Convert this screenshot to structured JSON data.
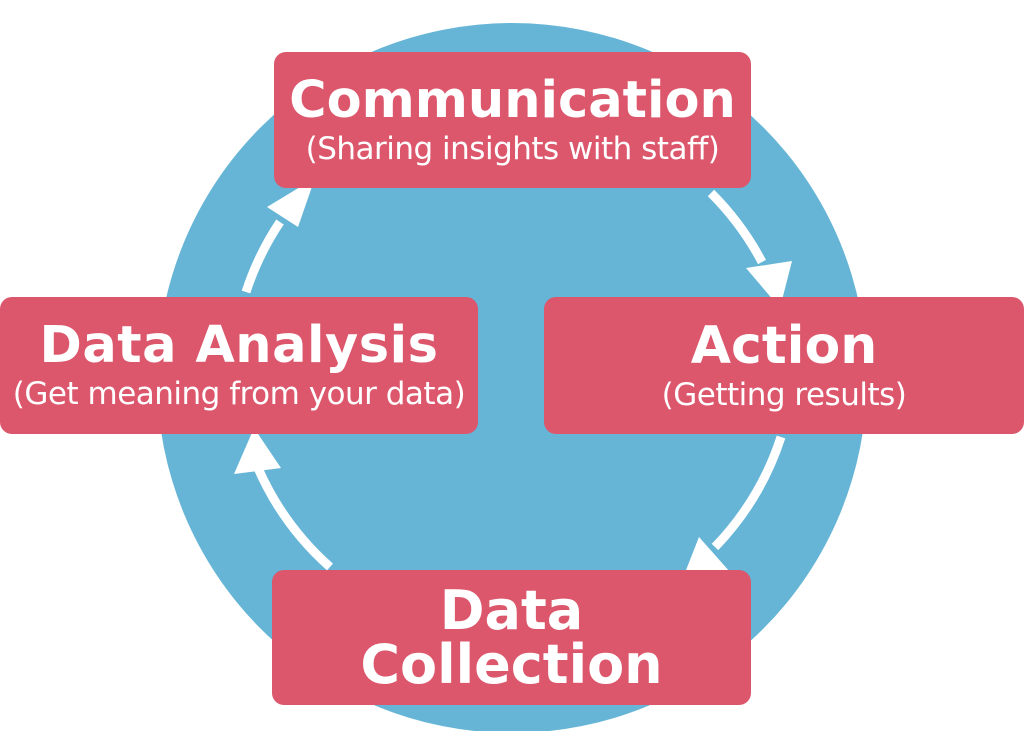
{
  "colors": {
    "circle": "#66b5d6",
    "box": "#dc566c",
    "arrow": "#ffffff",
    "text": "#ffffff"
  },
  "stages": {
    "communication": {
      "title": "Communication",
      "subtitle": "(Sharing insights with staff)"
    },
    "action": {
      "title": "Action",
      "subtitle": "(Getting results)"
    },
    "collection": {
      "title_line1": "Data",
      "title_line2": "Collection"
    },
    "analysis": {
      "title": "Data Analysis",
      "subtitle": "(Get meaning from your data)"
    }
  },
  "flow": [
    {
      "from": "communication",
      "to": "action"
    },
    {
      "from": "action",
      "to": "collection"
    },
    {
      "from": "collection",
      "to": "analysis"
    },
    {
      "from": "analysis",
      "to": "communication"
    }
  ]
}
